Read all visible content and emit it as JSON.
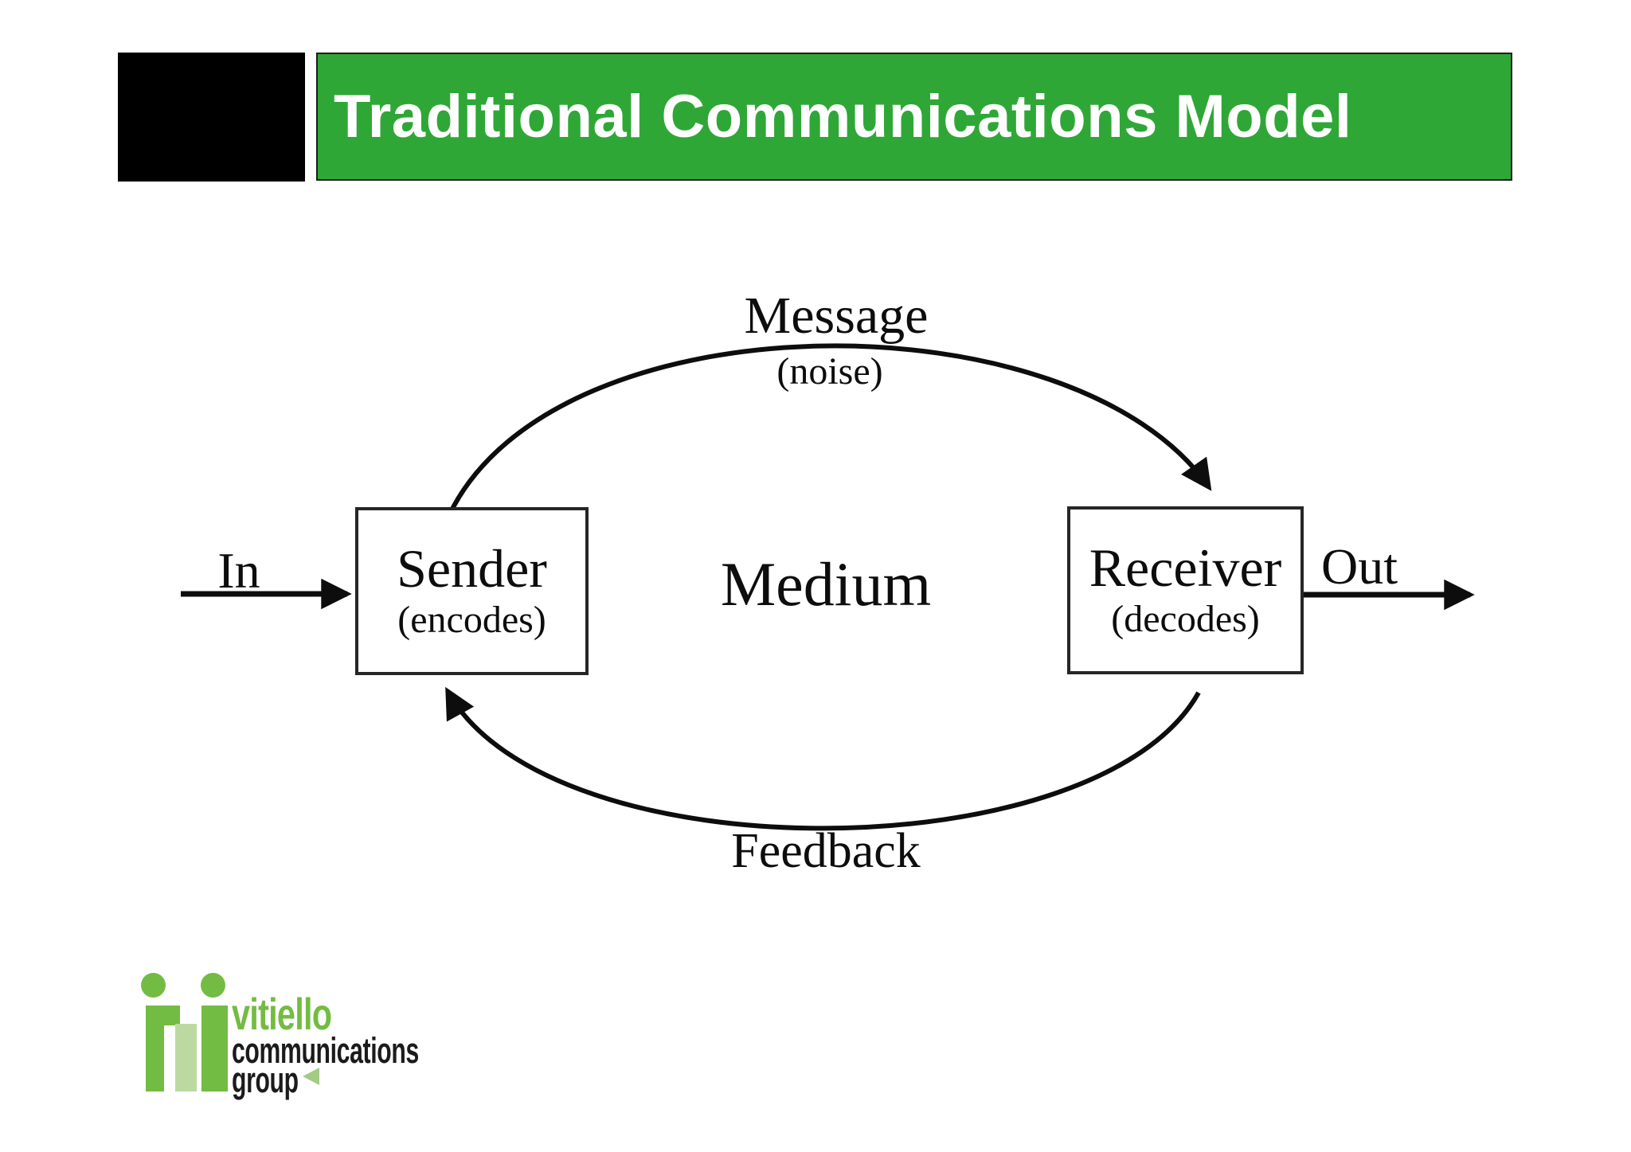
{
  "slide": {
    "title": "Traditional Communications Model"
  },
  "diagram": {
    "message_label": "Message",
    "noise_label": "(noise)",
    "medium_label": "Medium",
    "feedback_label": "Feedback",
    "in_label": "In",
    "out_label": "Out",
    "sender": {
      "name": "Sender",
      "role": "(encodes)"
    },
    "receiver": {
      "name": "Receiver",
      "role": "(decodes)"
    }
  },
  "logo": {
    "line1": "vitiello",
    "line2": "communications",
    "line3": "group"
  },
  "colors": {
    "header_green": "#2FA737",
    "diagram_ink": "#0d0d0d",
    "logo_green": "#73BC43",
    "logo_light_green": "#BCD9A2",
    "logo_triangle_green": "#A2CB84"
  }
}
